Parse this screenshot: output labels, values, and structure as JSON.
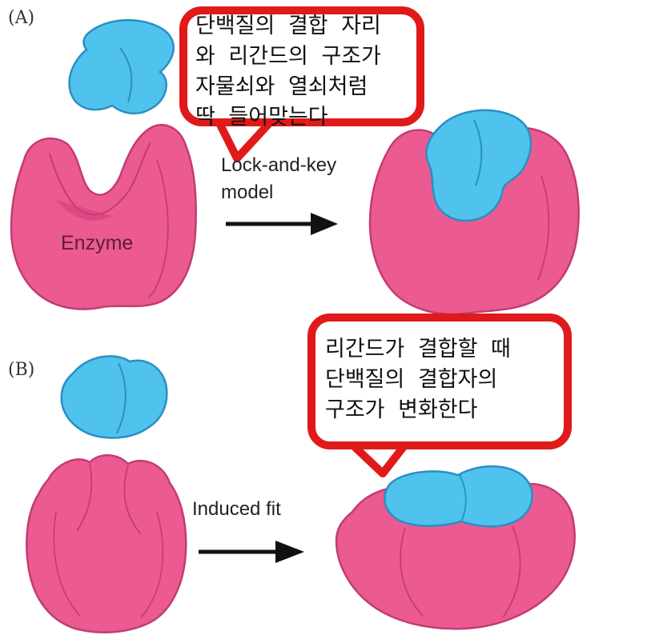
{
  "panel_a": {
    "label": "(A)",
    "arrow_text": [
      "Lock-and-key",
      "model"
    ],
    "enzyme_label": "Enzyme",
    "callout": "단백질의 결합 자리\n와 리간드의 구조가\n자물쇠와 열쇠처럼\n딱 들어맞는다"
  },
  "panel_b": {
    "label": "(B)",
    "arrow_text": "Induced fit",
    "callout": "리간드가 결합할 때\n단백질의 결합자의\n구조가 변화한다"
  },
  "colors": {
    "enzyme": "#ec5a92",
    "enzyme_dark": "#d23a75",
    "ligand": "#4fc3ee",
    "ligand_dark": "#2a8fc2",
    "callout_border": "#e01a1a",
    "arrow": "#111111"
  }
}
